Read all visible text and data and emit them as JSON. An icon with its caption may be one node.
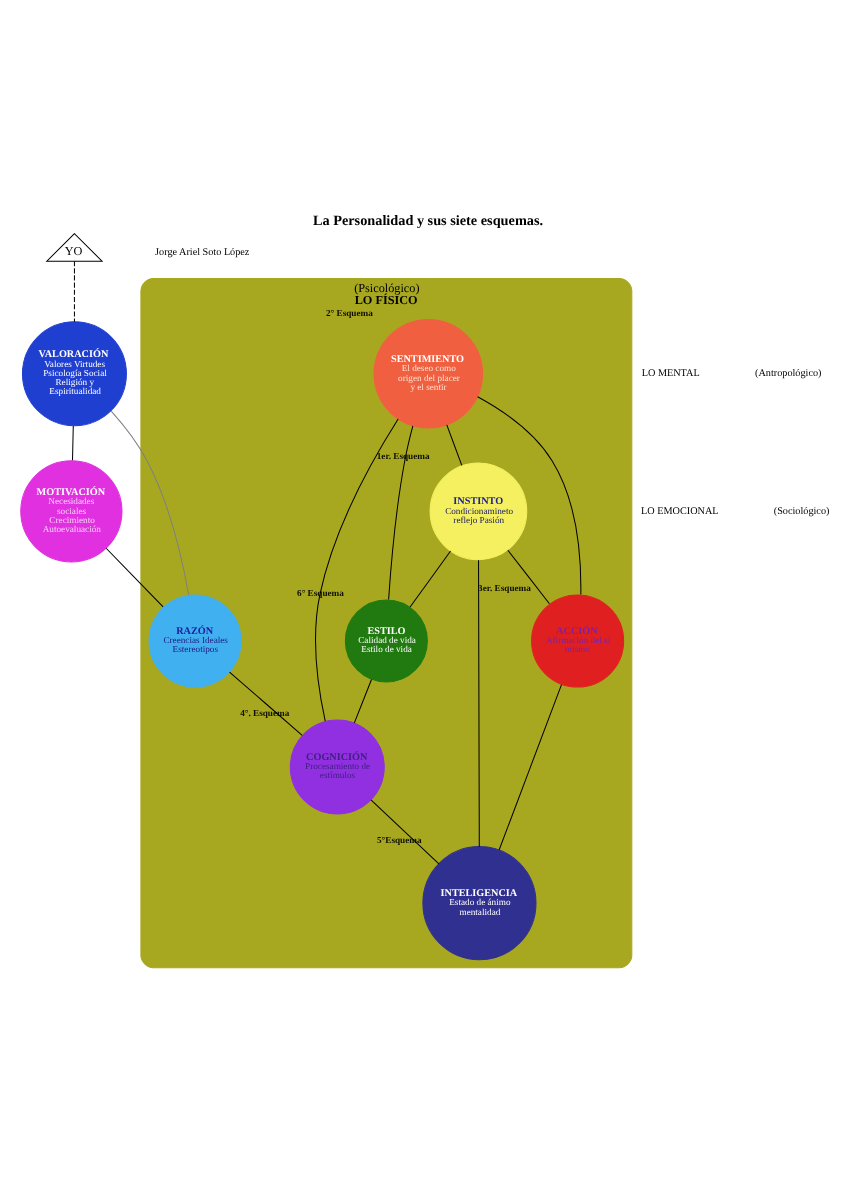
{
  "diagram": {
    "title": "La Personalidad y sus siete esquemas.",
    "nodes": [
      {
        "text": [
          "YO"
        ]
      },
      {
        "text": [
          "VALORACIÓN",
          "Valores Virtudes Psicología Social Religión y Espiritualidad"
        ]
      },
      {
        "text": [
          "MOTIVACIÓN",
          "Necesidades sociales Crecimiento Autoevaluación"
        ]
      },
      {
        "text": [
          "(Psicológico)",
          "LO FÍSICO"
        ]
      },
      {
        "text": [
          "SENTIMIENTO",
          "El deseo como origen del placer y el sentir"
        ],
        "in": 3,
        "beside": [
          "2° Esquema"
        ]
      },
      {
        "text": [
          "INSTINTO",
          "Condicionamineto reflejo Pasión"
        ],
        "in": 3,
        "beside": [
          "1er. Esquema"
        ]
      },
      {
        "text": [
          "ESTILO",
          "Calidad de vida Estilo de vida"
        ],
        "in": 3,
        "beside": [
          "6° Esquema"
        ]
      },
      {
        "text": [
          "ACCIÓN",
          "Afirmación del sí mismo"
        ],
        "in": 3,
        "beside": [
          "3er. Esquema"
        ]
      },
      {
        "text": [
          "RAZÓN",
          "Creencias Ideales Estereotipos"
        ],
        "in": 3
      },
      {
        "text": [
          "COGNICIÓN",
          "Procesamiento de estímulos"
        ],
        "in": 3,
        "beside": [
          "4°. Esquema"
        ]
      },
      {
        "text": [
          "INTELIGENCIA",
          "Estado de ánimo mentalidad"
        ],
        "in": 3,
        "beside": [
          "5°Esquema"
        ]
      }
    ],
    "edges": [
      {
        "from": 0,
        "to": 1,
        "arrow": "none",
        "style": "dashed"
      },
      {
        "from": 1,
        "to": 2,
        "arrow": "none"
      },
      {
        "from": 1,
        "to": 8,
        "arrow": "none",
        "color": "#808080"
      },
      {
        "from": 2,
        "to": 8,
        "arrow": "none"
      },
      {
        "from": 4,
        "to": 5,
        "arrow": "none"
      },
      {
        "from": 4,
        "to": 6,
        "arrow": "none"
      },
      {
        "from": 4,
        "to": 7,
        "arrow": "none"
      },
      {
        "from": 4,
        "to": 9,
        "arrow": "none"
      },
      {
        "from": 5,
        "to": 7,
        "arrow": "none"
      },
      {
        "from": 5,
        "to": 6,
        "arrow": "none"
      },
      {
        "from": 5,
        "to": 10,
        "arrow": "none"
      },
      {
        "from": 7,
        "to": 10,
        "arrow": "none"
      },
      {
        "from": 6,
        "to": 9,
        "arrow": "none"
      },
      {
        "from": 9,
        "to": 10,
        "arrow": "none"
      },
      {
        "from": 8,
        "to": 9,
        "arrow": "none"
      }
    ],
    "labels": [
      "Jorge Ariel Soto López",
      "LO MENTAL",
      "(Antropológico)",
      "LO EMOCIONAL",
      "(Sociológico)"
    ]
  }
}
